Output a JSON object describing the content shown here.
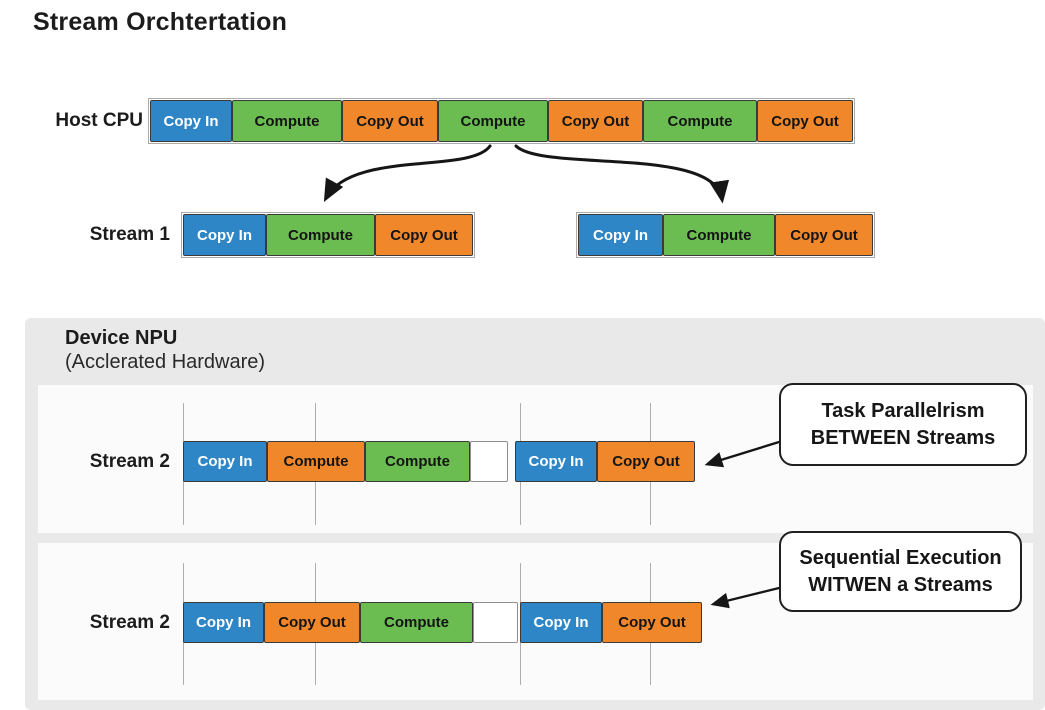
{
  "title": "Stream Orchtertation",
  "palette": {
    "blue": "#2E86C6",
    "green": "#6BBD51",
    "orange": "#F0882B",
    "block_border": "#3A3A3A",
    "npu_box_bg": "#E9E9E9",
    "panel_bg": "#FBFBFB",
    "gridline": "#ADADAD",
    "arrow": "#161616"
  },
  "labels": {
    "host_cpu": "Host CPU",
    "stream1": "Stream 1",
    "stream2_top": "Stream 2",
    "stream2_bottom": "Stream 2"
  },
  "npu": {
    "title": "Device NPU",
    "subtitle": "(Acclerated Hardware)"
  },
  "callouts": [
    {
      "line1": "Task Parallelrism",
      "line2": "BETWEEN Streams"
    },
    {
      "line1": "Sequential Execution",
      "line2": "WITWEN a Streams"
    }
  ],
  "bars": {
    "host_cpu": {
      "segments": [
        {
          "label": "Copy In",
          "color": "blue",
          "w": 82
        },
        {
          "label": "Compute",
          "color": "green",
          "w": 110
        },
        {
          "label": "Copy Out",
          "color": "orange",
          "w": 96
        },
        {
          "label": "Compute",
          "color": "green",
          "w": 110
        },
        {
          "label": "Copy Out",
          "color": "orange",
          "w": 95
        },
        {
          "label": "Compute",
          "color": "green",
          "w": 114
        },
        {
          "label": "Copy Out",
          "color": "orange",
          "w": 96
        }
      ]
    },
    "stream1_left": {
      "segments": [
        {
          "label": "Copy In",
          "color": "blue",
          "w": 83
        },
        {
          "label": "Compute",
          "color": "green",
          "w": 109
        },
        {
          "label": "Copy Out",
          "color": "orange",
          "w": 98
        }
      ]
    },
    "stream1_right": {
      "segments": [
        {
          "label": "Copy In",
          "color": "blue",
          "w": 85
        },
        {
          "label": "Compute",
          "color": "green",
          "w": 112
        },
        {
          "label": "Copy Out",
          "color": "orange",
          "w": 98
        }
      ]
    },
    "stream2_top": {
      "segments": [
        {
          "label": "Copy In",
          "color": "blue",
          "w": 84
        },
        {
          "label": "Compute",
          "color": "orange",
          "w": 98
        },
        {
          "label": "Compute",
          "color": "green",
          "w": 105
        },
        {
          "label": "",
          "color": "white",
          "w": 38
        },
        {
          "label": "",
          "color": "none",
          "w": 7
        },
        {
          "label": "Copy In",
          "color": "blue",
          "w": 82
        },
        {
          "label": "Copy Out",
          "color": "orange",
          "w": 98
        }
      ]
    },
    "stream2_bottom": {
      "segments": [
        {
          "label": "Copy In",
          "color": "blue",
          "w": 81
        },
        {
          "label": "Copy Out",
          "color": "orange",
          "w": 96
        },
        {
          "label": "Compute",
          "color": "green",
          "w": 113
        },
        {
          "label": "",
          "color": "white",
          "w": 45
        },
        {
          "label": "",
          "color": "none",
          "w": 2
        },
        {
          "label": "Copy In",
          "color": "blue",
          "w": 82
        },
        {
          "label": "Copy Out",
          "color": "orange",
          "w": 100
        }
      ]
    }
  },
  "gridlines_x": [
    183,
    315,
    520,
    650
  ]
}
